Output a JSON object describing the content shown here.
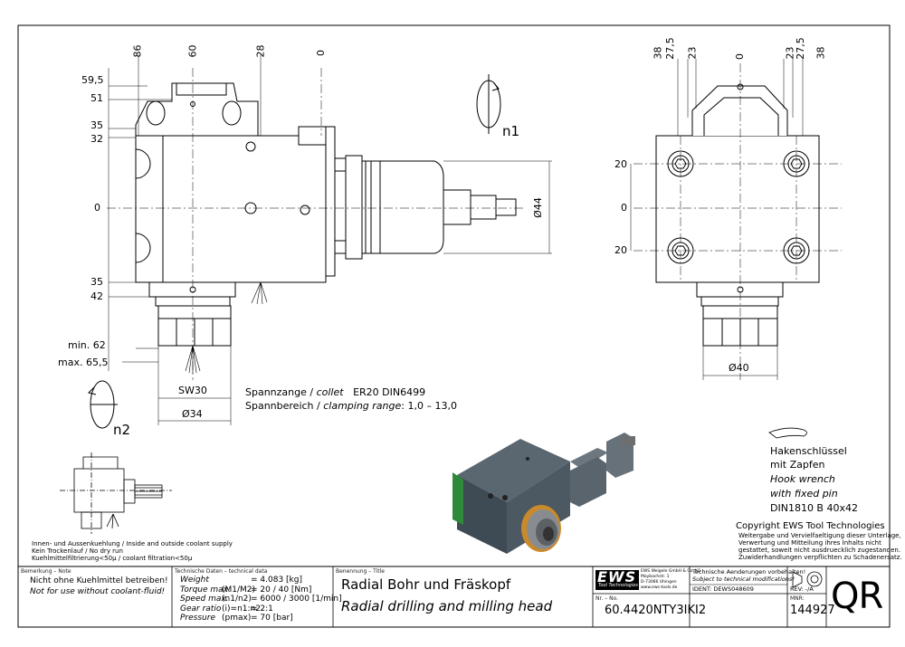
{
  "dimensions": {
    "top_left": [
      "86",
      "60",
      "28",
      "0"
    ],
    "left_side": [
      "59,5",
      "51",
      "35",
      "32",
      "0",
      "35",
      "42"
    ],
    "minmax": [
      "min. 62",
      "max. 65,5"
    ],
    "sw": "SW30",
    "dia34": "Ø34",
    "dia44": "Ø44",
    "top_right": [
      "38",
      "27,5",
      "23",
      "0",
      "23",
      "27,5",
      "38"
    ],
    "right_side": [
      "20",
      "0",
      "20"
    ],
    "dia40": "Ø40"
  },
  "rotation": {
    "n1": "n1",
    "n2": "n2"
  },
  "collet": {
    "line1_de": "Spannzange /",
    "line1_en": "collet",
    "line1_spec": "ER20    DIN6499",
    "line2_de": "Spannbereich /",
    "line2_en": "clamping range",
    "line2_value": ": 1,0 – 13,0"
  },
  "wrench": {
    "de1": "Hakenschlüssel",
    "de2": "mit Zapfen",
    "en1": "Hook wrench",
    "en2": "with fixed pin",
    "spec": "DIN1810  B  40x42"
  },
  "copyright": {
    "title": "Copyright EWS Tool Technologies",
    "line1": "Weitergabe und Vervielfaeltigung dieser Unterlage,",
    "line2": "Verwertung und Mitteilung ihres Inhalts nicht",
    "line3": "gestattet, soweit nicht ausdruecklich zugestanden.",
    "line4": "Zuwiderhandlungen verpflichten zu Schadenersatz."
  },
  "coolant_notes": {
    "line1": "Innen- und Aussenkuehlung / Inside and outside coolant supply",
    "line2": "Kein Trockenlauf / No dry run",
    "line3": "Kuehlmittelfiltrierung<50µ / coolant filtration<50µ"
  },
  "title_block": {
    "remark_header": "Bemerkung – Note",
    "remark_de": "Nicht ohne Kuehlmittel betreiben!",
    "remark_en": "Not for use without coolant-fluid!",
    "tech_header": "Technische Daten – technical data",
    "tech_rows": [
      {
        "label": "Weight",
        "sub": "",
        "value": "=  4.083 [kg]"
      },
      {
        "label": "Torque max.",
        "sub": "(M1/M2)",
        "value": "=  20 / 40 [Nm]"
      },
      {
        "label": "Speed max.",
        "sub": "(n1/n2)",
        "value": "=  6000 / 3000 [1/min]"
      },
      {
        "label": "Gear ratio",
        "sub": "(i)=n1:n2",
        "value": "=  2:1"
      },
      {
        "label": "Pressure",
        "sub": "(pmax)",
        "value": "=  70 [bar]"
      }
    ],
    "name_header": "Benennung – Title",
    "name_de": "Radial Bohr und Fräskopf",
    "name_en": "Radial drilling and milling head",
    "logo": "EWS",
    "logo_sub": "Tool Technologies",
    "company_line1": "EWS Weigele GmbH & Co. KG",
    "company_line2": "Maybachstr. 1",
    "company_line3": "D-73066 Uhingen",
    "company_line4": "www.ews-tools.de",
    "change_de": "Technische Aenderungen vorbehalten!",
    "change_en": "Subject to technical modifications!",
    "ident": "IDENT:  DEWS048609",
    "rev": "REV:   -/A",
    "nr_label": "Nr. – No.",
    "part_no": "60.4420NTY3IKI2",
    "mnr_label": "MNR:",
    "mnr": "144927",
    "qr": "QR"
  }
}
